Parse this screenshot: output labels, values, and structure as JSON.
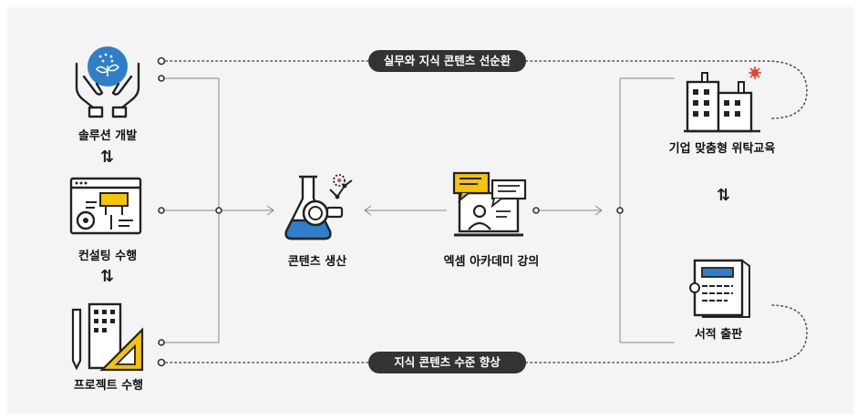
{
  "banners": {
    "top": "실무와 지식 콘텐츠 선순환",
    "bottom": "지식 콘텐츠 수준 향상"
  },
  "left_column": {
    "items": [
      {
        "label": "솔루션 개발",
        "icon": "hands-plant-icon"
      },
      {
        "label": "컨설팅 수행",
        "icon": "browser-gear-wrench-icon"
      },
      {
        "label": "프로젝트 수행",
        "icon": "building-ruler-pencil-icon"
      }
    ],
    "swap_symbol": "⇅"
  },
  "center": {
    "content": {
      "label": "콘텐츠 생산",
      "icon": "flask-magnifier-icon"
    },
    "academy": {
      "label": "엑셈 아카데미 강의",
      "icon": "laptop-chat-icon"
    }
  },
  "right_column": {
    "items": [
      {
        "label": "기업 맞춤형 위탁교육",
        "icon": "factory-building-icon"
      },
      {
        "label": "서적 출판",
        "icon": "book-icon"
      }
    ],
    "swap_symbol": "⇅"
  },
  "colors": {
    "accent_yellow": "#f5c400",
    "accent_blue": "#2f7fc8",
    "accent_red": "#e8432e",
    "dark": "#333333"
  }
}
